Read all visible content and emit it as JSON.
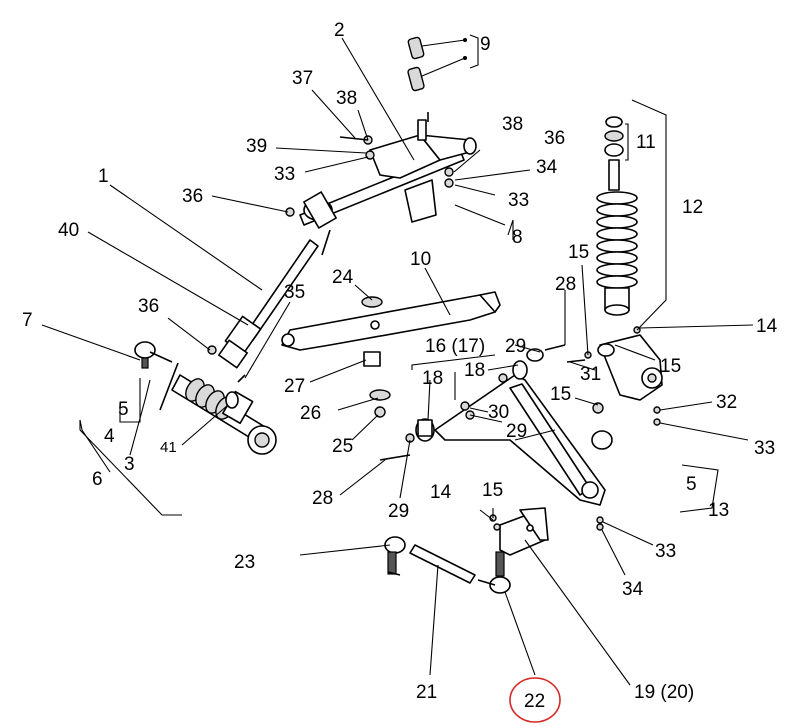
{
  "labels": {
    "l1": "1",
    "l2": "2",
    "l3": "3",
    "l4": "4",
    "l5a": "5",
    "l5b": "5",
    "l6": "6",
    "l7": "7",
    "l8": "8",
    "l9": "9",
    "l10": "10",
    "l11": "11",
    "l12": "12",
    "l13": "13",
    "l14a": "14",
    "l14b": "14",
    "l15a": "15",
    "l15b": "15",
    "l15c": "15",
    "l15d": "15",
    "l16": "16 (17)",
    "l18a": "18",
    "l18b": "18",
    "l19": "19 (20)",
    "l21": "21",
    "l22": "22",
    "l23": "23",
    "l24": "24",
    "l25": "25",
    "l26": "26",
    "l27": "27",
    "l28a": "28",
    "l28b": "28",
    "l29a": "29",
    "l29b": "29",
    "l29c": "29",
    "l30": "30",
    "l31": "31",
    "l32": "32",
    "l33a": "33",
    "l33b": "33",
    "l33c": "33",
    "l33d": "33",
    "l34a": "34",
    "l34b": "34",
    "l35": "35",
    "l36a": "36",
    "l36b": "36",
    "l36c": "36",
    "l37": "37",
    "l38a": "38",
    "l38b": "38",
    "l39": "39",
    "l40": "40",
    "l41": "41"
  },
  "highlight": {
    "color": "#d62828"
  }
}
